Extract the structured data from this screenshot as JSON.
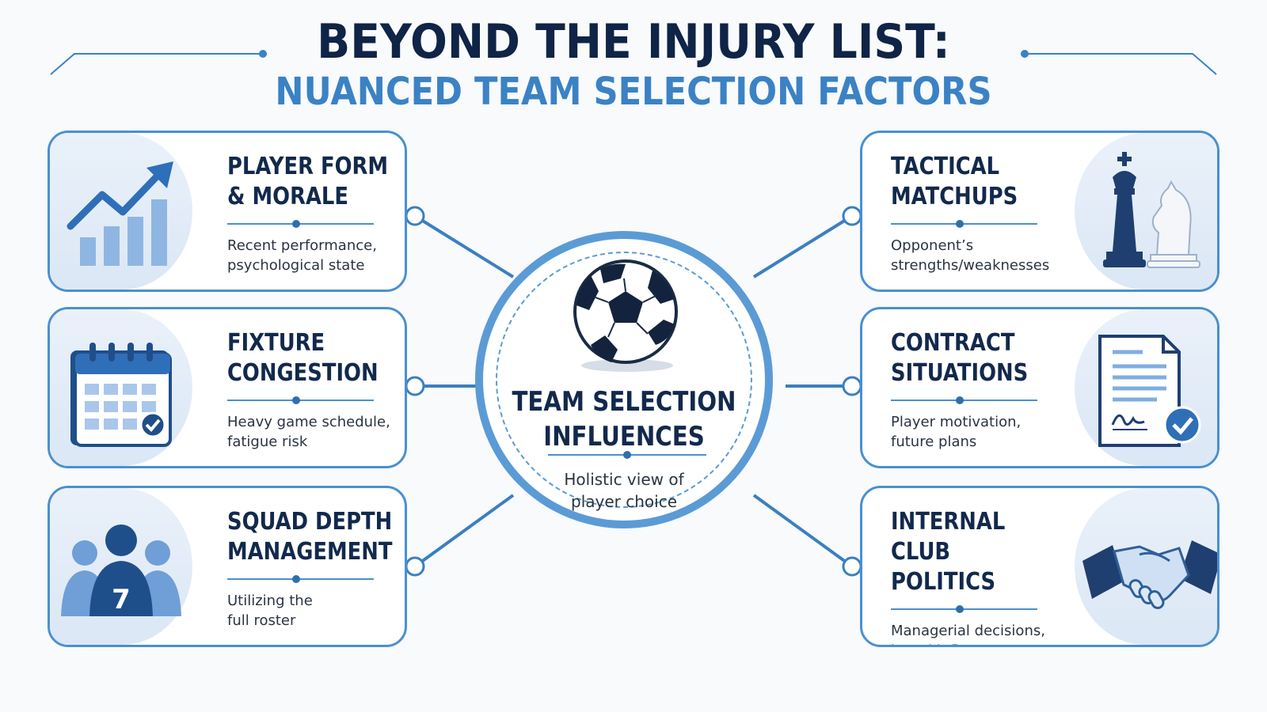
{
  "header": {
    "title": "BEYOND THE INJURY LIST:",
    "subtitle": "NUANCED TEAM SELECTION FACTORS"
  },
  "center": {
    "title": "TEAM SELECTION\nINFLUENCES",
    "description": "Holistic view of\nplayer choice",
    "icon": "soccer-ball-icon"
  },
  "factors_left": [
    {
      "heading": "PLAYER FORM\n& MORALE",
      "description": "Recent performance,\npsychological state",
      "icon": "growth-chart-icon"
    },
    {
      "heading": "FIXTURE\nCONGESTION",
      "description": "Heavy game schedule,\nfatigue risk",
      "icon": "calendar-check-icon"
    },
    {
      "heading": "SQUAD DEPTH\nMANAGEMENT",
      "description": "Utilizing the\nfull roster",
      "icon": "squad-players-icon",
      "jersey_number": "7"
    }
  ],
  "factors_right": [
    {
      "heading": "TACTICAL\nMATCHUPS",
      "description": "Opponent’s\nstrengths/weaknesses",
      "icon": "chess-pieces-icon"
    },
    {
      "heading": "CONTRACT\nSITUATIONS",
      "description": "Player motivation,\nfuture plans",
      "icon": "contract-document-icon"
    },
    {
      "heading": "INTERNAL CLUB\nPOLITICS",
      "description": "Managerial decisions,\nboard influence",
      "icon": "handshake-icon"
    }
  ],
  "colors": {
    "navy": "#12294d",
    "accent": "#4a90cf",
    "light_panel": "#dbe7f5",
    "background": "#f8fafc"
  }
}
